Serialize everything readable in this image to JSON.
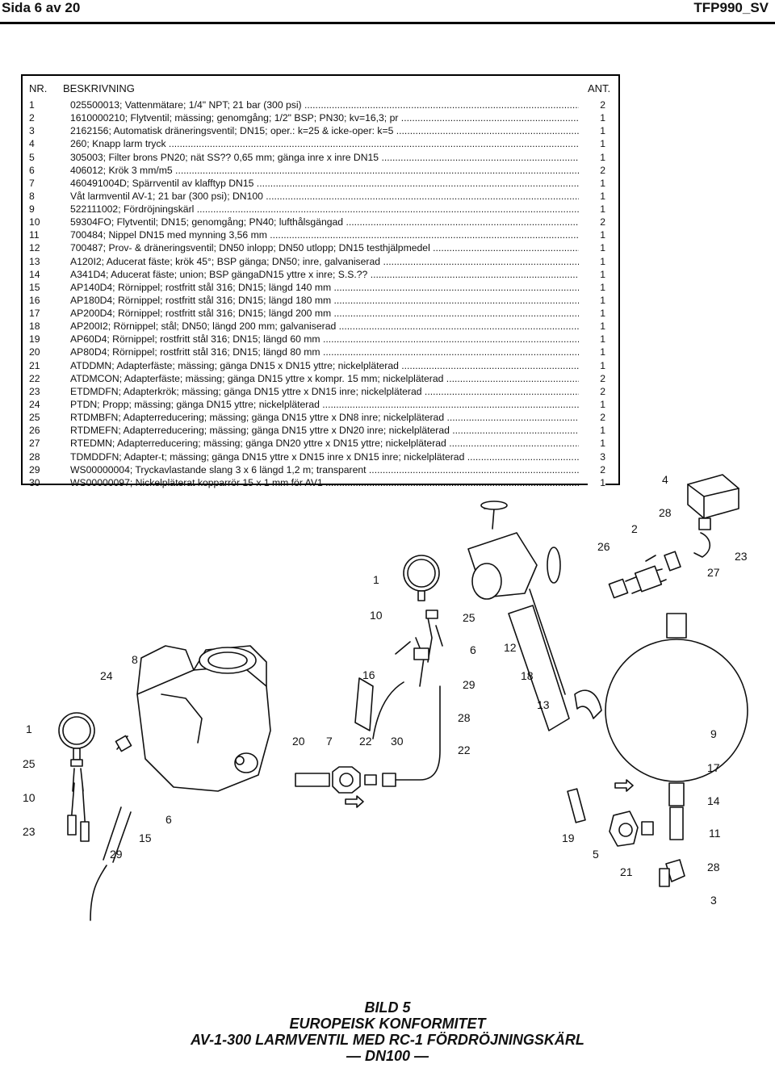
{
  "page": {
    "number_label": "Sida 6 av 20",
    "doc_code": "TFP990_SV"
  },
  "table": {
    "headers": {
      "nr": "NR.",
      "description": "BESKRIVNING",
      "qty": "ANT."
    },
    "rows": [
      {
        "nr": "1",
        "desc": "025500013; Vattenmätare; 1/4\" NPT; 21 bar (300 psi)",
        "qty": "2"
      },
      {
        "nr": "2",
        "desc": "1610000210; Flytventil; mässing; genomgång; 1/2\" BSP; PN30; kv=16,3; pr",
        "qty": "1"
      },
      {
        "nr": "3",
        "desc": "2162156; Automatisk dräneringsventil; DN15; oper.: k=25 & icke-oper: k=5",
        "qty": "1"
      },
      {
        "nr": "4",
        "desc": "260; Knapp larm tryck",
        "qty": "1"
      },
      {
        "nr": "5",
        "desc": "305003; Filter brons PN20; nät SS?? 0,65 mm; gänga inre x inre DN15",
        "qty": "1"
      },
      {
        "nr": "6",
        "desc": "406012; Krök 3 mm/m5",
        "qty": "2"
      },
      {
        "nr": "7",
        "desc": "460491004D; Spärrventil av klafftyp DN15",
        "qty": "1"
      },
      {
        "nr": "8",
        "desc": "Våt larmventil AV-1; 21 bar (300 psi); DN100",
        "qty": "1"
      },
      {
        "nr": "9",
        "desc": "522111002; Fördröjningskärl",
        "qty": "1"
      },
      {
        "nr": "10",
        "desc": "59304FO; Flytventil; DN15; genomgång; PN40; lufthålsgängad",
        "qty": "2"
      },
      {
        "nr": "11",
        "desc": "700484; Nippel DN15 med mynning 3,56 mm",
        "qty": "1"
      },
      {
        "nr": "12",
        "desc": "700487; Prov- & dräneringsventil; DN50 inlopp; DN50 utlopp; DN15 testhjälpmedel",
        "qty": "1"
      },
      {
        "nr": "13",
        "desc": "A120I2; Aducerat fäste; krök 45°; BSP gänga; DN50; inre, galvaniserad",
        "qty": "1"
      },
      {
        "nr": "14",
        "desc": "A341D4; Aducerat fäste; union; BSP gängaDN15 yttre x inre; S.S.??",
        "qty": "1"
      },
      {
        "nr": "15",
        "desc": "AP140D4; Rörnippel; rostfritt stål 316; DN15; längd 140 mm",
        "qty": "1"
      },
      {
        "nr": "16",
        "desc": "AP180D4; Rörnippel; rostfritt stål 316; DN15; längd 180 mm",
        "qty": "1"
      },
      {
        "nr": "17",
        "desc": "AP200D4; Rörnippel; rostfritt stål 316; DN15; längd 200 mm",
        "qty": "1"
      },
      {
        "nr": "18",
        "desc": "AP200I2; Rörnippel; stål; DN50; längd 200 mm; galvaniserad",
        "qty": "1"
      },
      {
        "nr": "19",
        "desc": "AP60D4; Rörnippel; rostfritt stål 316; DN15; längd 60 mm",
        "qty": "1"
      },
      {
        "nr": "20",
        "desc": "AP80D4; Rörnippel; rostfritt stål 316; DN15; längd 80 mm",
        "qty": "1"
      },
      {
        "nr": "21",
        "desc": "ATDDMN; Adapterfäste; mässing; gänga DN15 x DN15 yttre; nickelpläterad",
        "qty": "1"
      },
      {
        "nr": "22",
        "desc": "ATDMCON; Adapterfäste; mässing; gänga DN15 yttre x kompr. 15 mm; nickelpläterad",
        "qty": "2"
      },
      {
        "nr": "23",
        "desc": "ETDMDFN; Adapterkrök; mässing; gänga DN15 yttre x DN15 inre; nickelpläterad",
        "qty": "2"
      },
      {
        "nr": "24",
        "desc": "PTDN; Propp; mässing; gänga DN15 yttre; nickelpläterad",
        "qty": "1"
      },
      {
        "nr": "25",
        "desc": "RTDMBFN; Adapterreducering; mässing; gänga DN15 yttre x DN8 inre; nickelpläterad",
        "qty": "2"
      },
      {
        "nr": "26",
        "desc": "RTDMEFN; Adapterreducering; mässing; gänga DN15 yttre x DN20 inre; nickelpläterad",
        "qty": "1"
      },
      {
        "nr": "27",
        "desc": "RTEDMN; Adapterreducering; mässing; gänga DN20 yttre x DN15 yttre; nickelpläterad",
        "qty": "1"
      },
      {
        "nr": "28",
        "desc": "TDMDDFN; Adapter-t; mässing; gänga DN15 yttre x DN15 inre x DN15 inre; nickelpläterad",
        "qty": "3"
      },
      {
        "nr": "29",
        "desc": "WS00000004; Tryckavlastande slang 3 x 6 längd 1,2 m; transparent",
        "qty": "2"
      },
      {
        "nr": "30",
        "desc": "WS00000097; Nickelpläterat kopparrör 15 x 1 mm för AV1",
        "qty": "1"
      }
    ]
  },
  "diagram": {
    "callouts": [
      "4",
      "2",
      "28",
      "26",
      "23",
      "27",
      "1",
      "10",
      "25",
      "6",
      "12",
      "8",
      "24",
      "16",
      "29",
      "18",
      "13",
      "28",
      "20",
      "7",
      "22",
      "30",
      "22",
      "1",
      "25",
      "9",
      "17",
      "10",
      "14",
      "23",
      "6",
      "15",
      "19",
      "11",
      "29",
      "5",
      "21",
      "28",
      "3"
    ]
  },
  "caption": {
    "line1": "BILD 5",
    "line2": "EUROPEISK KONFORMITET",
    "line3": "AV-1-300 LARMVENTIL MED RC-1 FÖRDRÖJNINGSKÄRL",
    "line4": "— DN100 —"
  }
}
